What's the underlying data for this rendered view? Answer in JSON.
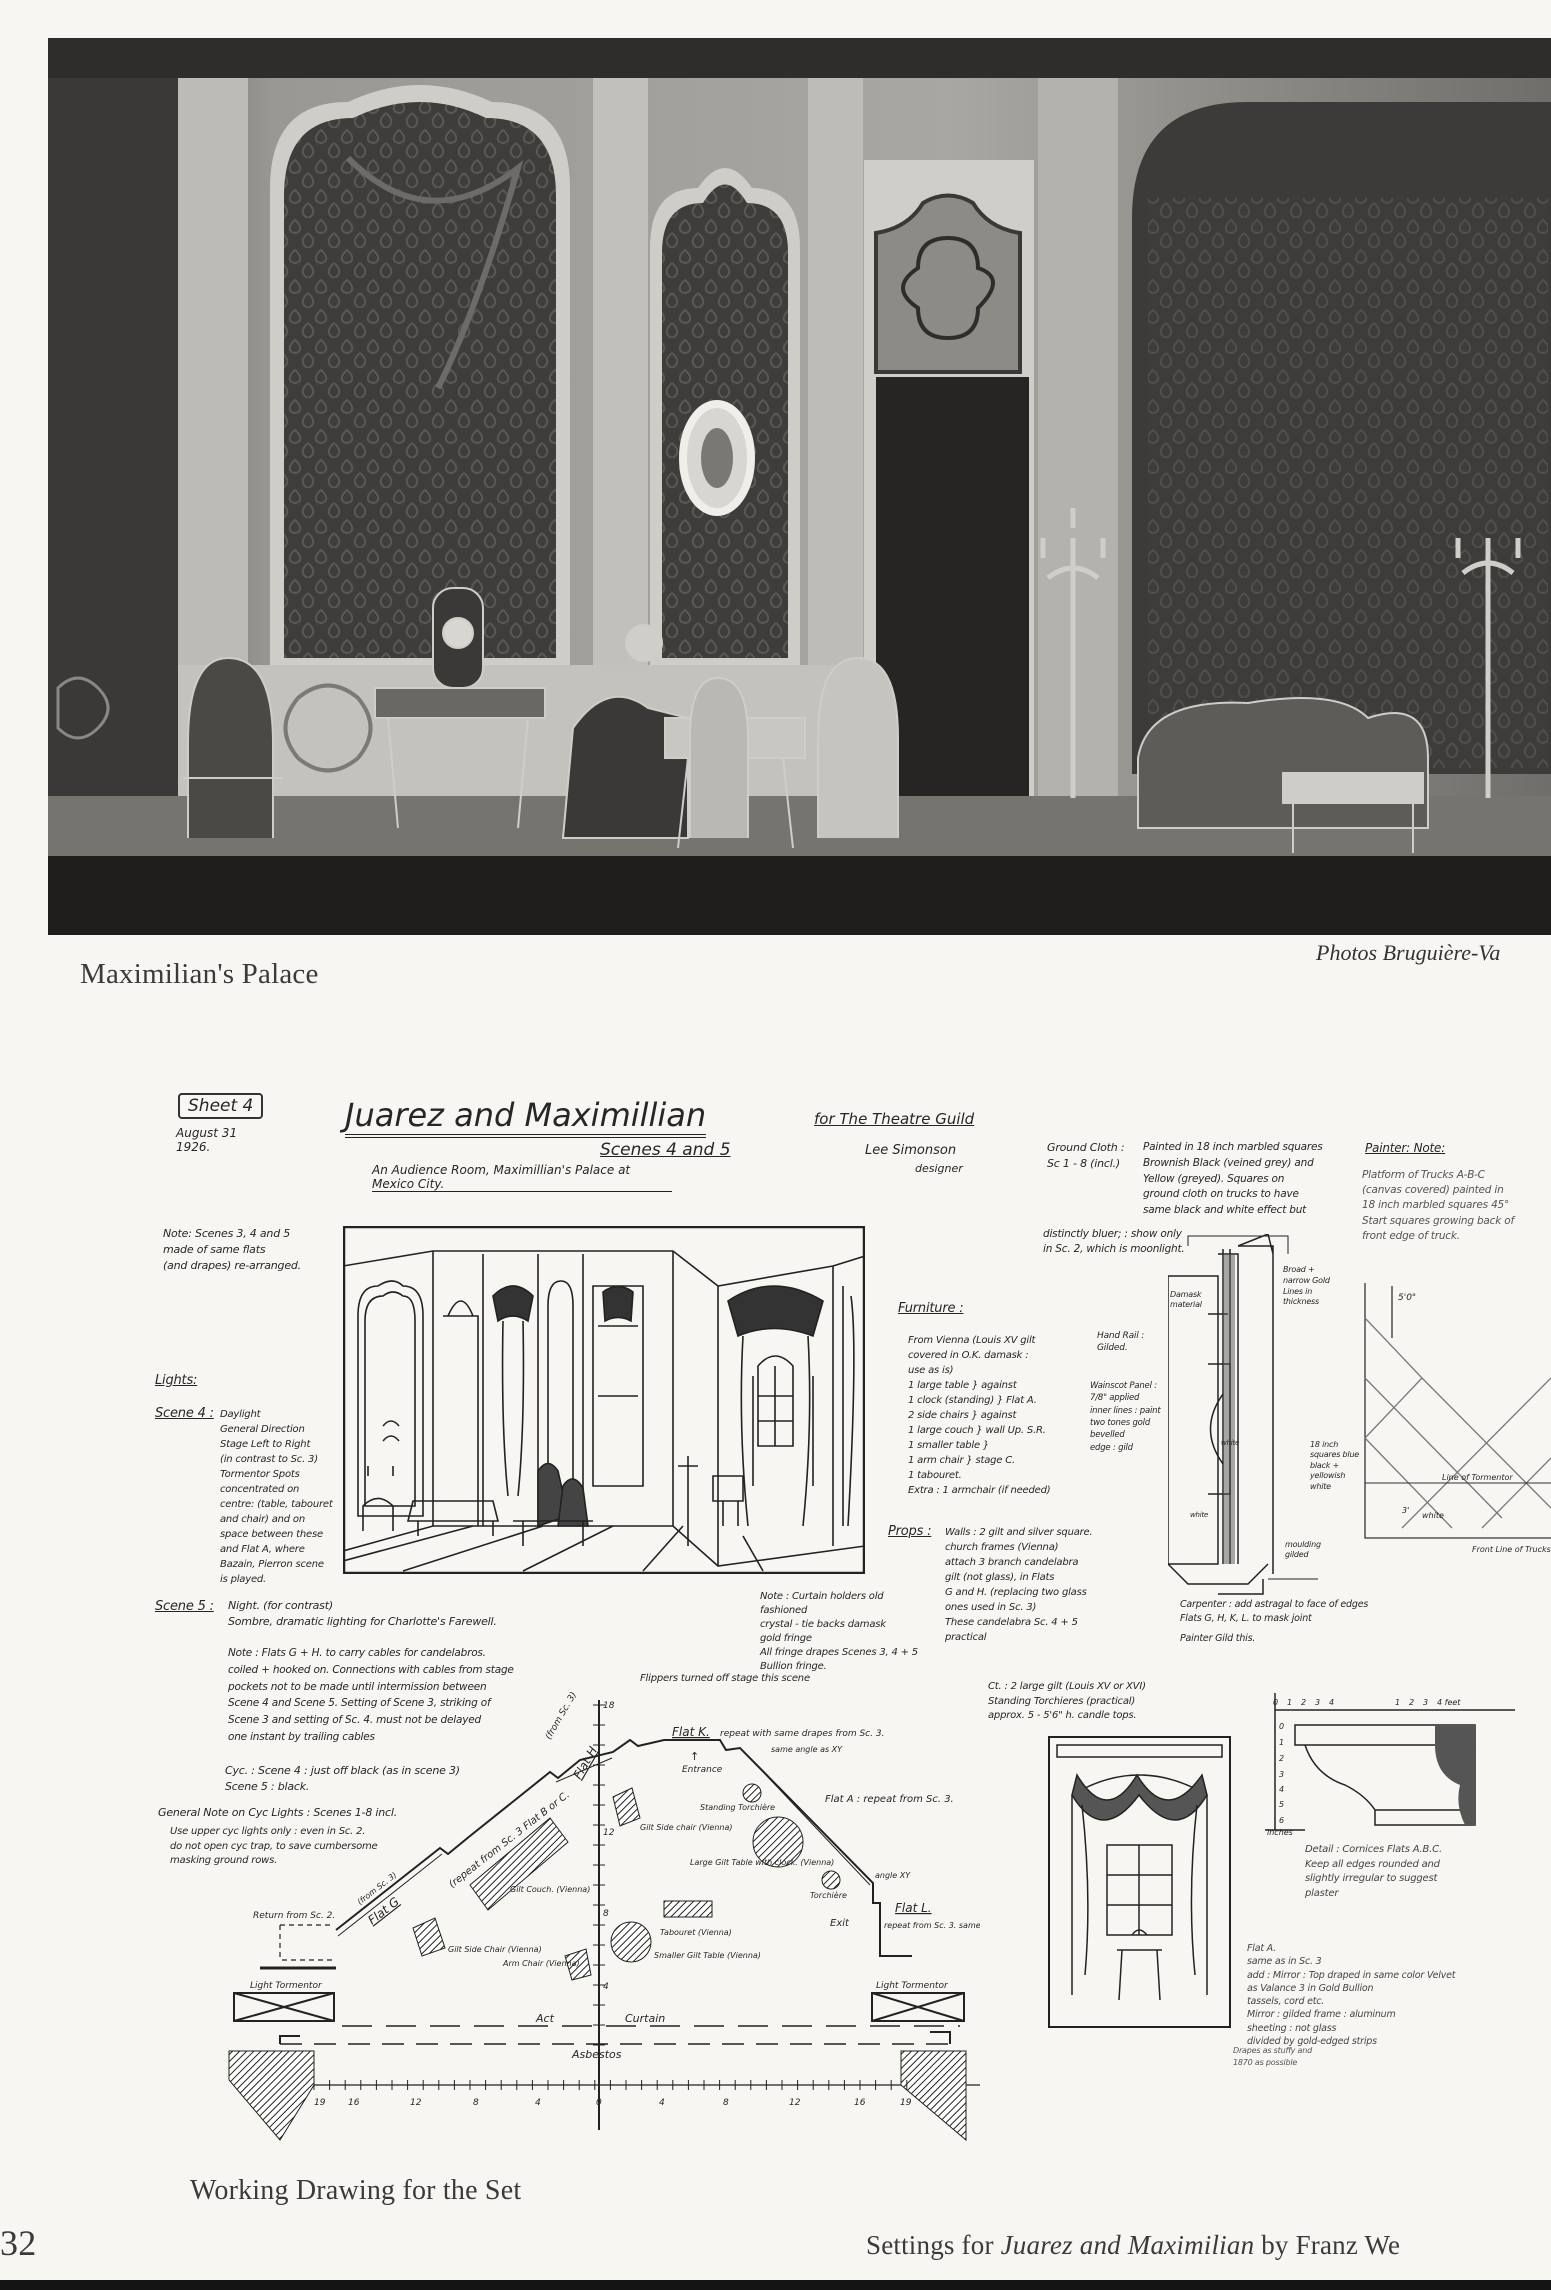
{
  "photo": {
    "caption": "Maximilian's Palace",
    "credit": "Photos Bruguière-Va"
  },
  "drawing": {
    "sheet": "Sheet 4",
    "date": "August 31 1926.",
    "title": "Juarez and Maximillian",
    "scenes": "Scenes 4 and 5",
    "subtitle": "An Audience Room, Maximillian's Palace at Mexico City.",
    "for": "for The Theatre Guild",
    "designer_name": "Lee Simonson",
    "designer_role": "designer",
    "note_flats": "Note: Scenes 3, 4 and 5\nmade of same flats\n(and drapes) re-arranged.",
    "lights_heading": "Lights:",
    "scene4_label": "Scene 4 :",
    "scene4_text": "Daylight\nGeneral Direction\nStage Left to Right\n(in contrast to Sc. 3)\nTormentor Spots\nconcentrated on\ncentre: (table, tabouret\nand chair) and on\nspace between these\nand Flat A, where\nBazain, Pierron scene\nis played.",
    "scene5_label": "Scene 5 :",
    "scene5_text": "Night. (for contrast)\nSombre, dramatic lighting for Charlotte's Farewell.",
    "cables_note": "Note : Flats G + H. to carry cables for candelabros.\ncoiled + hooked on. Connections with cables from stage\npockets not to be made until intermission between\nScene 4 and Scene 5. Setting of Scene 3, striking of\nScene 3 and setting of Sc. 4. must not be delayed\none instant by trailing cables",
    "cyc_note": "Cyc. : Scene 4 : just off black (as in scene 3)\nScene 5 : black.",
    "general_note_label": "General Note on Cyc Lights : Scenes 1-8 incl.",
    "general_note_text": "Use upper cyc lights only : even in Sc. 2.\ndo not open cyc trap, to save cumbersome\nmasking ground rows.",
    "curtain_note": "Note : Curtain holders old fashioned\ncrystal - tie backs damask\ngold fringe\nAll fringe drapes  Scenes 3, 4 + 5\nBullion fringe.",
    "flippers_note": "Flippers turned off stage this scene",
    "furniture_heading": "Furniture :",
    "furniture_text": "From Vienna (Louis XV gilt\ncovered in O.K. damask :\nuse as is)\n1 large table  } against\n1 clock (standing) } Flat A.\n2 side chairs } against\n1 large couch } wall Up. S.R.\n1 smaller table }\n1 arm chair } stage C.\n1 tabouret.\nExtra : 1 armchair (if needed)",
    "props_label": "Props :",
    "props_text": "Walls : 2 gilt and silver square.\nchurch frames (Vienna)\nattach 3 branch candelabra\ngilt (not glass), in Flats\nG and H. (replacing two glass\nones used in Sc. 3)\nThese candelabra Sc. 4 + 5\npractical",
    "ct_text": "Ct. : 2 large gilt (Louis XV or XVI)\nStanding Torchieres (practical)\napprox. 5 - 5'6\" h. candle tops.",
    "ground_cloth_label": "Ground Cloth :\nSc 1 - 8 (incl.)",
    "ground_cloth_text": "Painted in 18 inch marbled squares\nBrownish Black (veined grey) and\nYellow (greyed). Squares on\nground cloth on trucks to have\nsame black and white effect but",
    "ground_cloth_more": "distinctly bluer; : show only\nin Sc. 2, which is moonlight.",
    "painter_note_heading": "Painter: Note:",
    "painter_note_text": "Platform of Trucks A-B-C\n(canvas covered) painted in\n18 inch marbled squares 45°\nStart squares growing back of\nfront edge of truck.",
    "painter_dims": [
      "5'0\"",
      "18 inch squares blue black + yellowish white",
      "Line of Tormentor",
      "3'",
      "white",
      "Front Line of Trucks Flats A.B.C."
    ],
    "wainscot_labels": [
      "Damask material",
      "Broad + narrow Gold Lines in thickness",
      "Hand Rail : Gilded.",
      "Wainscot Panel :\n7/8\" applied\ninner lines : paint\ntwo tones gold\nbevelled\nedge : gild",
      "white",
      "white",
      "moulding gilded"
    ],
    "carpenter_note": "Carpenter : add astragal to face of edges\nFlats G, H, K, L. to mask joint",
    "painter_gild": "Painter  Gild this.",
    "cornice_scale_top": [
      "0",
      "1",
      "2",
      "3",
      "4",
      "1",
      "2",
      "3",
      "4 feet"
    ],
    "cornice_scale_side": [
      "0",
      "1",
      "2",
      "3",
      "4",
      "5",
      "6",
      "inches"
    ],
    "cornice_detail": "Detail : Cornices Flats A.B.C.\nKeep all edges rounded and\nslightly irregular to suggest\nplaster",
    "flat_a_note": "Flat A.\nsame as in Sc. 3\nadd : Mirror : Top draped in same color Velvet\nas Valance 3 in Gold Bullion\ntassels, cord etc.\nMirror : gilded frame : aluminum\nsheeting : not glass\ndivided by gold-edged strips",
    "drapes_note": "Drapes as stuffy and\n1870 as possible",
    "plan": {
      "flat_k": "Flat K.",
      "flat_k_note": "repeat with same drapes from Sc. 3.",
      "same_angle": "same angle as XY",
      "entrance": "Entrance",
      "from_sc3_h": "(from Sc. 3)",
      "flat_h": "Flat H",
      "standing_torchiere": "Standing Torchière",
      "gilt_side_chair_1": "Gilt Side chair (Vienna)",
      "flat_a": "Flat A : repeat from Sc. 3.",
      "flat_bc": "(repeat from Sc. 3 Flat B or C.",
      "large_table": "Large Gilt Table with clock. (Vienna)",
      "angle_xy": "angle XY",
      "from_sc3_g": "(from Sc. 3)",
      "flat_g": "Flat G",
      "gilt_couch": "Gilt Couch. (Vienna)",
      "torchiere": "Torchière",
      "flat_l": "Flat L.",
      "flat_l_note": "repeat from Sc. 3. same drapes",
      "exit": "Exit",
      "return": "Return from Sc. 2.",
      "tabouret": "Tabouret (Vienna)",
      "gilt_side_chair_2": "Gilt Side Chair (Vienna)",
      "arm_chair": "Arm Chair (Vienna)",
      "smaller_table": "Smaller Gilt Table (Vienna)",
      "light_tormentor_l": "Light Tormentor",
      "light_tormentor_r": "Light Tormentor",
      "act": "Act",
      "curtain": "Curtain",
      "asbestos": "Asbestos",
      "axis_labels": [
        "18",
        "12",
        "8",
        "4"
      ],
      "ruler_labels": [
        "19",
        "16",
        "12",
        "8",
        "4",
        "0",
        "4",
        "8",
        "12",
        "16",
        "19"
      ]
    }
  },
  "drawing_caption": "Working Drawing for the Set",
  "footer": {
    "page_number": "32",
    "running_title_prefix": "Settings for ",
    "running_title_italic": "Juarez and Maximilian",
    "running_title_suffix": " by Franz We"
  }
}
